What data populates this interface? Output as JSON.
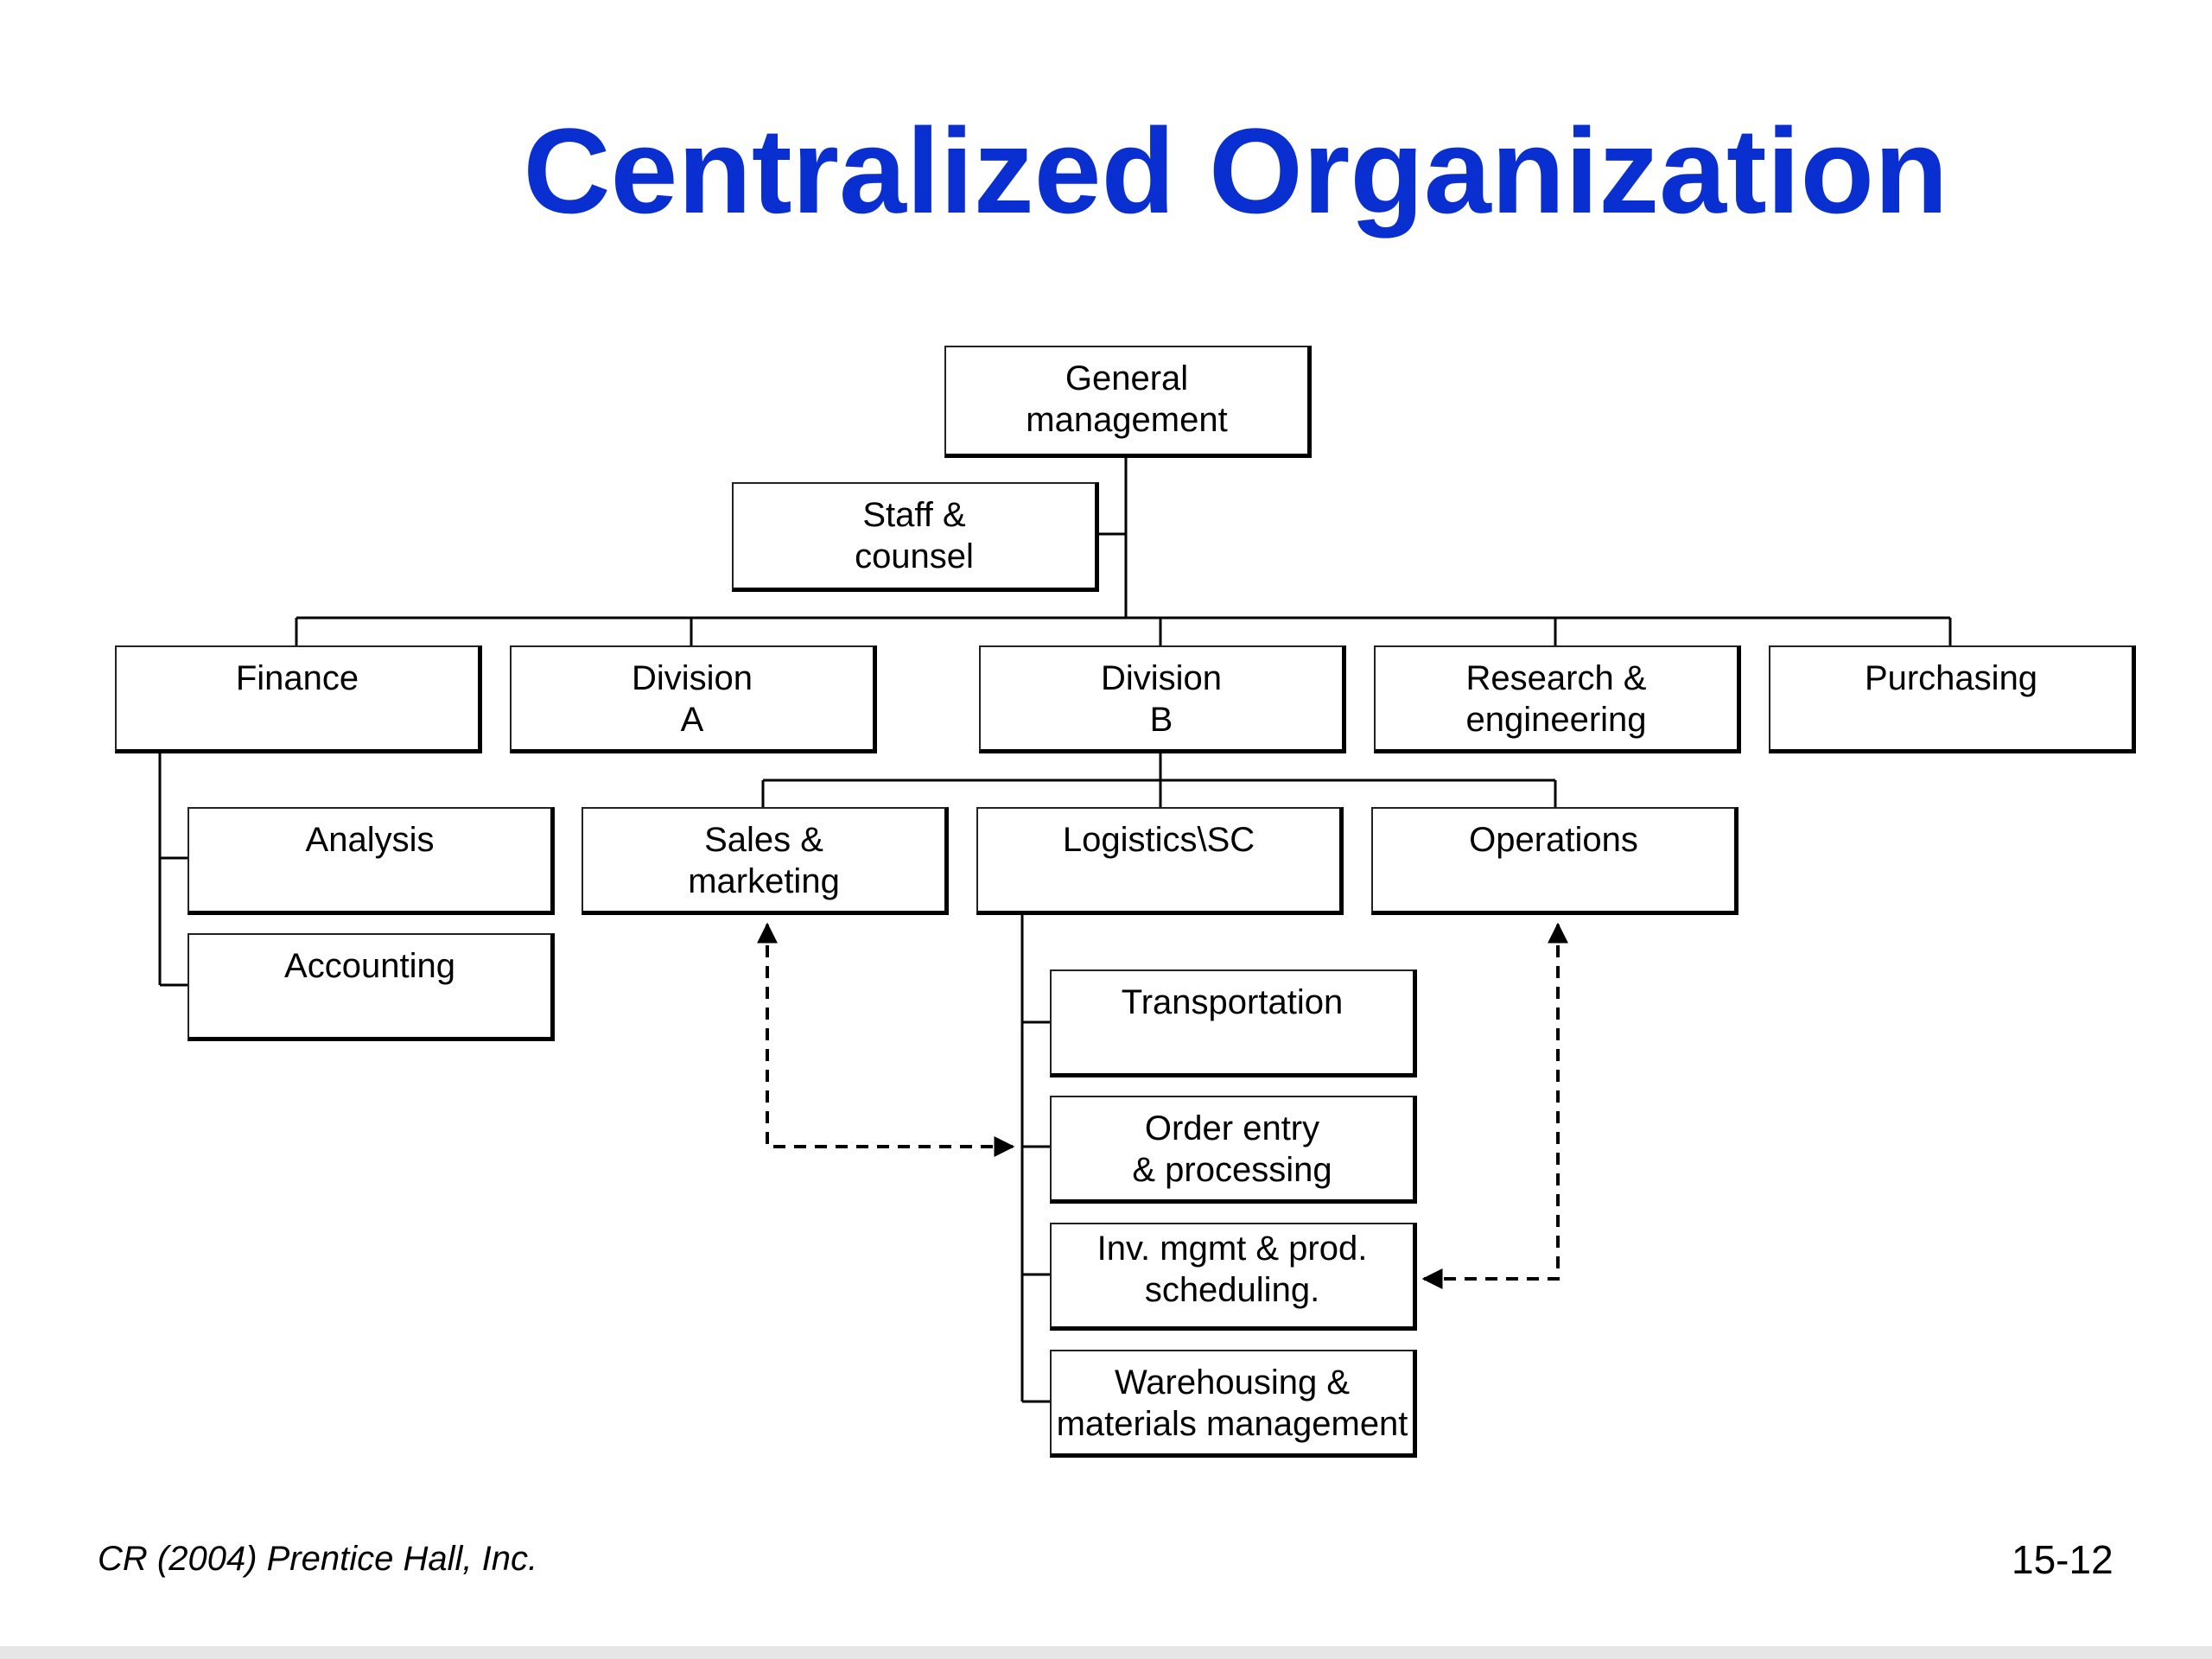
{
  "title": "Centralized Organization",
  "colors": {
    "title": "#0a2fd0",
    "lines": "#000000"
  },
  "nodes": {
    "general": "General\nmanagement",
    "staff": "Staff &\ncounsel",
    "finance": "Finance",
    "division_a": "Division\nA",
    "division_b": "Division\nB",
    "research": "Research &\nengineering",
    "purchasing": "Purchasing",
    "analysis": "Analysis",
    "accounting": "Accounting",
    "sales": "Sales &\nmarketing",
    "logistics": "Logistics\\SC",
    "operations": "Operations",
    "transportation": "Transportation",
    "order_entry": "Order entry\n& processing",
    "inventory": "Inv. mgmt & prod.\nscheduling.",
    "warehousing": "Warehousing &\nmaterials management"
  },
  "footer": {
    "copyright": "CR (2004) Prentice Hall, Inc.",
    "page": "15-12"
  }
}
